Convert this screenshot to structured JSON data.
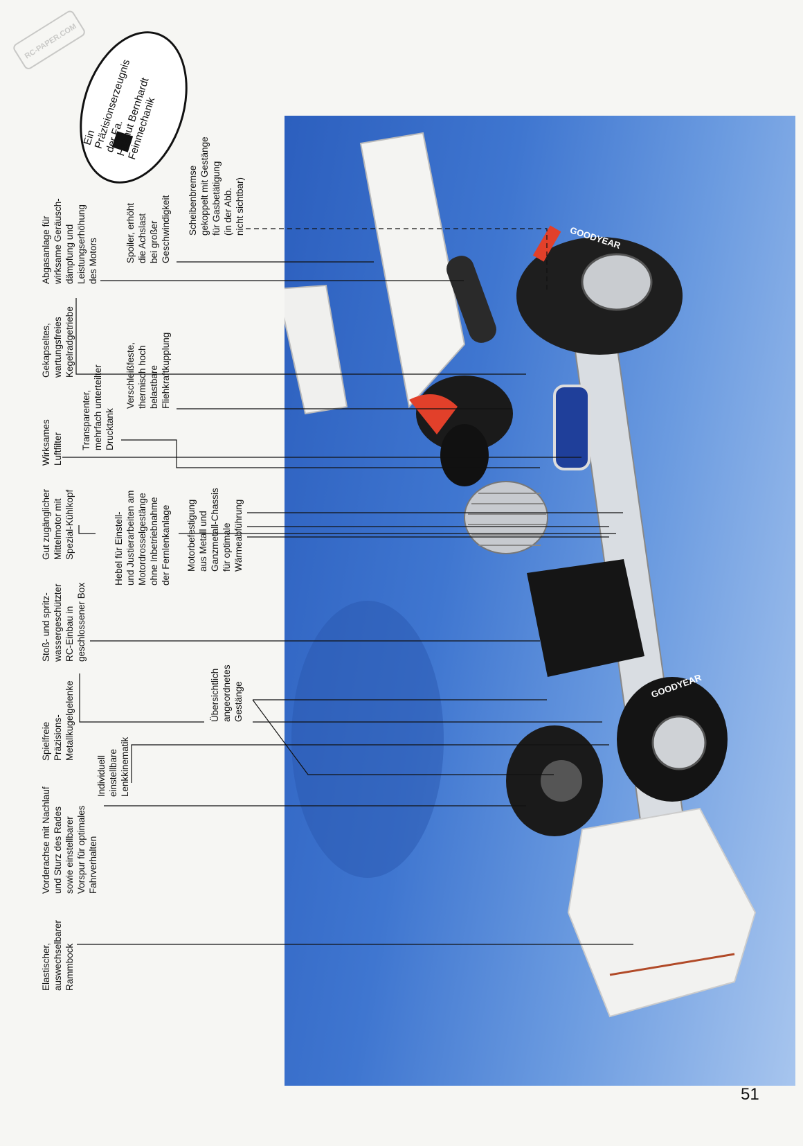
{
  "page_number": "51",
  "stamp": {
    "text": "Ein\nPräzisionserzeugnis\nder Fa.\nHelmut Bernhardt\nFeinmechanik"
  },
  "watermark": "RC-PAPER.COM",
  "tire_brand": "GOODYEAR",
  "captions": {
    "rammbock": "Elastischer,\nauswechselbarer\nRammbock",
    "vorderachse": "Vorderachse mit Nachlauf\nund Sturz des Rades\nsowie einstellbarer\nVorspur für optimales\nFahrverhalten",
    "lenkkinematik": "Individuell\neinstellbare\nLenkkinematik",
    "kugelgelenke": "Spielfreie\nPräzisions-\nMetallkugelgelenke",
    "gestaenge": "Übersichtlich\nangeordnetes\nGestänge",
    "rc_einbau": "Stoß- und spritz-\nwassergeschützter\nRC-Einbau in\ngeschlossener Box",
    "hebel": "Hebel für Einstell-\nund Justierarbeiten am\nMotordrosselgestänge\nohne Inbetriebnahme\nder Fernlenkanlage",
    "mittelmotor": "Gut zugänglicher\nMittelmotor mit\nSpezial-Kühlkopf",
    "motorbefestigung": "Motorbefestigung\naus Metall und\nGanzmetall-Chassis\nfür optimale\nWärmeabführung",
    "luftfilter": "Wirksames\nLuftfilter",
    "drucktank": "Transparenter,\nmehrfach unterteilter\nDrucktank",
    "kupplung": "Verschleißfeste,\nthermisch hoch\nbelastbare\nFliehkraftkupplung",
    "getriebe": "Gekapseltes,\nwartungsfreies\nKegelradgetriebe",
    "abgasanlage": "Abgasanlage für\nwirksame Geräusch-\ndämpfung und\nLeistungserhöhung\ndes Motors",
    "spoiler": "Spoiler, erhöht\ndie Achslast\nbei großer\nGeschwindigkeit",
    "bremse": "Scheibenbremse\ngekoppelt mit Gestänge\nfür Gasbetätigung\n(in der Abb.\nnicht sichtbar)"
  },
  "colors": {
    "background_blue": "#3f76d0",
    "page": "#f6f6f3",
    "accent_red": "#e2402a"
  }
}
